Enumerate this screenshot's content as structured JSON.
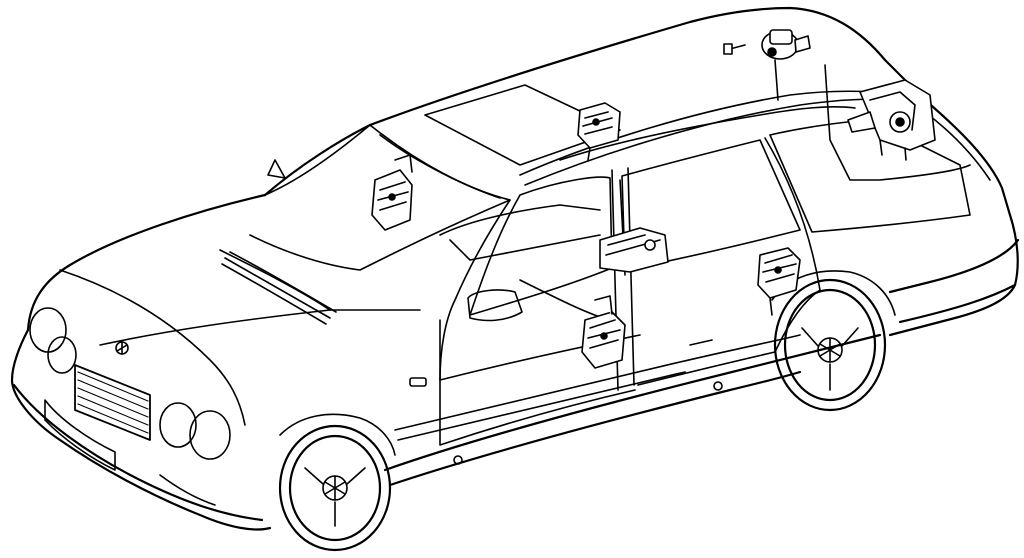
{
  "figure": {
    "type": "line-drawing",
    "subject": "station-wagon-cutaway",
    "colors": {
      "line": "#000000",
      "background": "#ffffff"
    },
    "components": [
      {
        "id": "roof-rear-unit"
      },
      {
        "id": "roof-rear-connector"
      },
      {
        "id": "luggage-compartment-unit"
      },
      {
        "id": "roof-center-component"
      },
      {
        "id": "front-left-pillar-component"
      },
      {
        "id": "b-pillar-component"
      },
      {
        "id": "front-door-component"
      },
      {
        "id": "rear-door-component"
      }
    ],
    "icons": [
      "hood-star-icon",
      "front-wheel-star-icon",
      "rear-wheel-star-icon"
    ]
  }
}
